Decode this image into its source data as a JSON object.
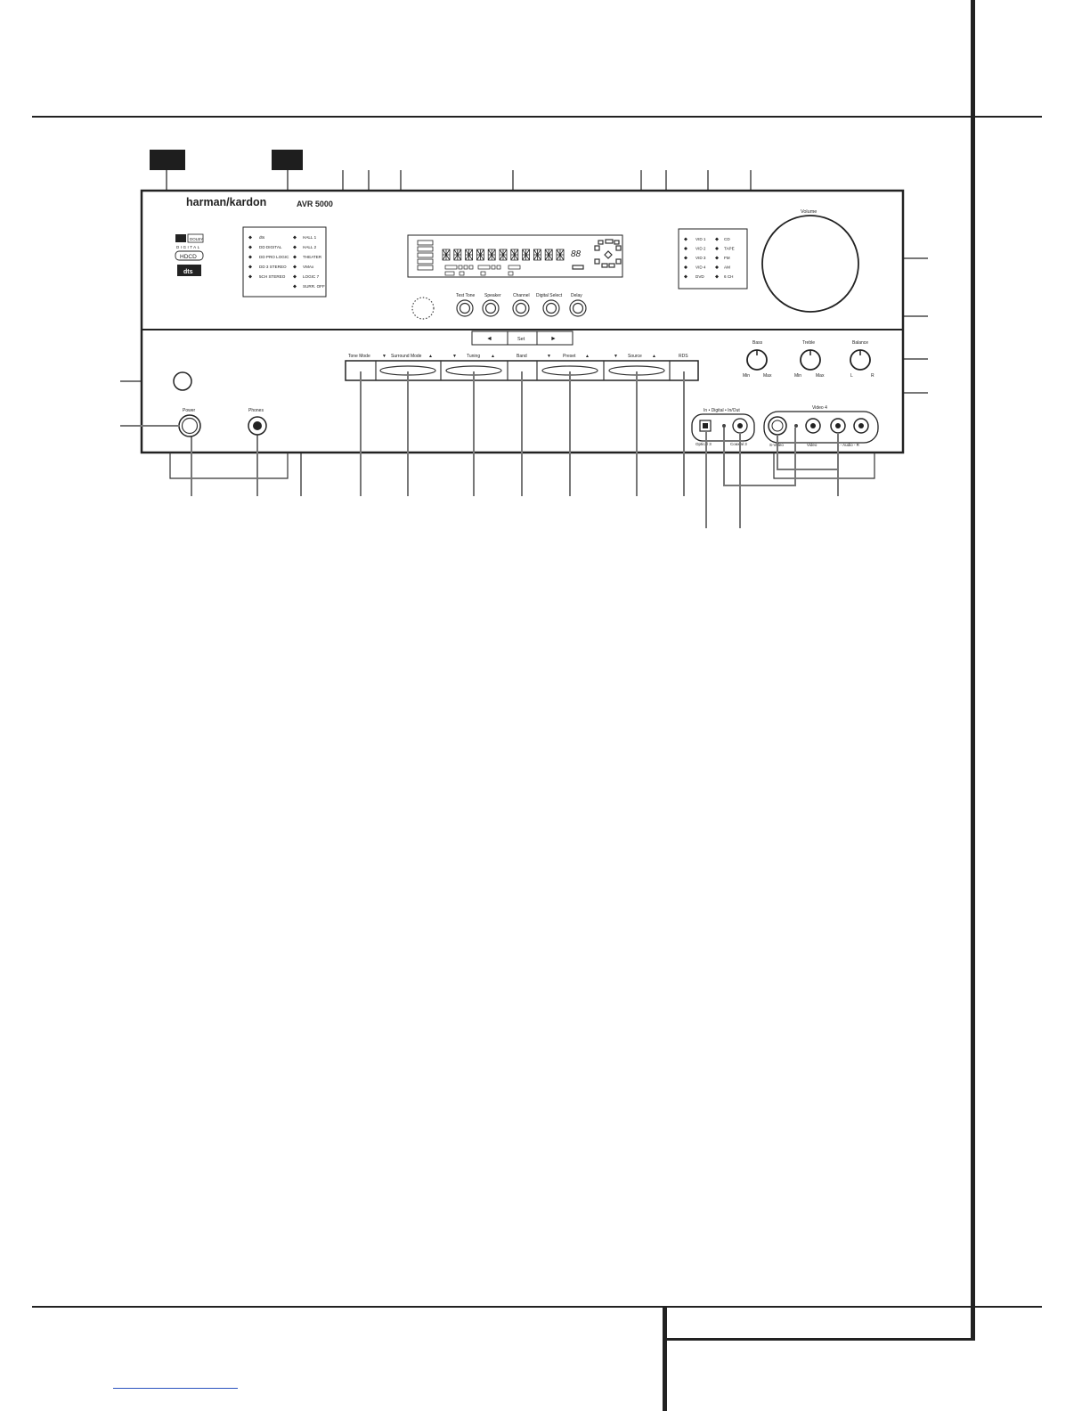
{
  "brand": "harman/kardon",
  "model": "AVR 5000",
  "logos": [
    "DOLBY",
    "DIGITAL",
    "HDCD",
    "dts"
  ],
  "surround_modes_left": [
    "dts",
    "DD DIGITAL",
    "DD PRO LOGIC",
    "DD 3 STEREO",
    "5CH STEREO"
  ],
  "surround_modes_right": [
    "HALL 1",
    "HALL 2",
    "THEATER",
    "VMAx",
    "LOGIC 7",
    "SURR. OFF"
  ],
  "inputs_left": [
    "VID 1",
    "VID 2",
    "VID 3",
    "VID 4",
    "DVD"
  ],
  "inputs_right": [
    "CD",
    "TAPE",
    "FM",
    "AM",
    "6 CH"
  ],
  "display_segments": "88",
  "top_buttons": [
    "Test Tone",
    "Speaker",
    "Channel",
    "Digital Select",
    "Delay"
  ],
  "volume_label": "Volume",
  "nav": {
    "left": "◄",
    "set": "Set",
    "right": "►"
  },
  "bar_buttons": [
    "Tone Mode",
    "Surround Mode",
    "Tuning",
    "Band",
    "Preset",
    "Source",
    "RDS"
  ],
  "arrow_down": "▼",
  "arrow_up": "▲",
  "knobs": {
    "bass": "Bass",
    "treble": "Treble",
    "balance": "Balance",
    "min": "Min",
    "max": "Max",
    "l": "L",
    "r": "R"
  },
  "power_label": "Power",
  "phones_label": "Phones",
  "digital_in_label": "In • Digital • In/Out",
  "optical_label": "Optical 3",
  "coaxial_label": "Coaxial 3",
  "video4_label": "Video 4",
  "svideo_label": "S-Video",
  "video_label": "Video",
  "audio_label": "L - Audio - R"
}
